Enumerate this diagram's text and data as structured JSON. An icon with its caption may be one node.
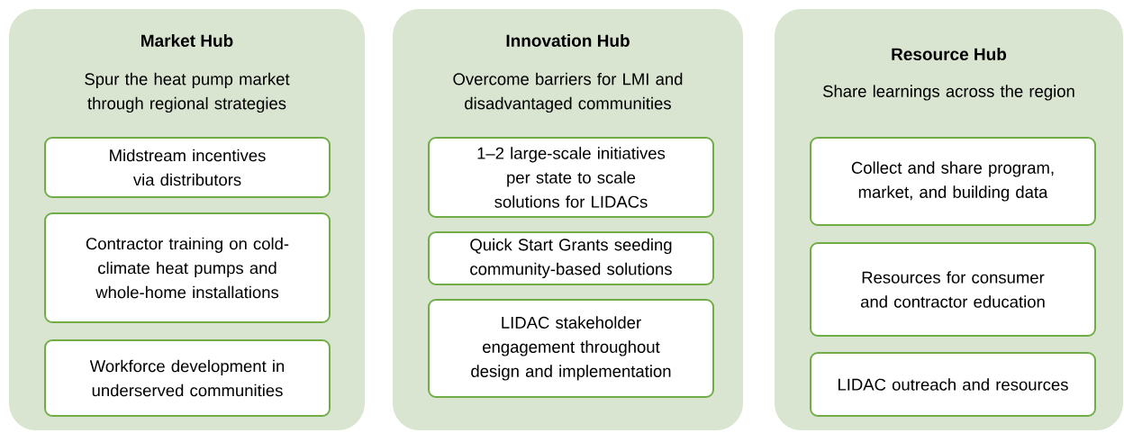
{
  "diagram": {
    "nodes": [
      {
        "text": [
          "Market Hub",
          "Spur the heat pump market through regional strategies"
        ]
      },
      {
        "text": [
          "Midstream incentives via distributors"
        ],
        "in": 0
      },
      {
        "text": [
          "Contractor training on cold-climate heat pumps and whole-home installations"
        ],
        "in": 0
      },
      {
        "text": [
          "Workforce development in underserved communities"
        ],
        "in": 0
      },
      {
        "text": [
          "Innovation Hub",
          "Overcome barriers for LMI and disadvantaged communities"
        ]
      },
      {
        "text": [
          "1–2 large-scale initiatives per state to scale solutions for LIDACs"
        ],
        "in": 4
      },
      {
        "text": [
          "Quick Start Grants seeding community-based solutions"
        ],
        "in": 4
      },
      {
        "text": [
          "LIDAC stakeholder engagement throughout design and implementation"
        ],
        "in": 4
      },
      {
        "text": [
          "Resource Hub",
          "Share learnings across the region"
        ]
      },
      {
        "text": [
          "Collect and share program, market, and building data"
        ],
        "in": 8
      },
      {
        "text": [
          "Resources for consumer and contractor education"
        ],
        "in": 8
      },
      {
        "text": [
          "LIDAC outreach and resources"
        ],
        "in": 8
      }
    ]
  }
}
